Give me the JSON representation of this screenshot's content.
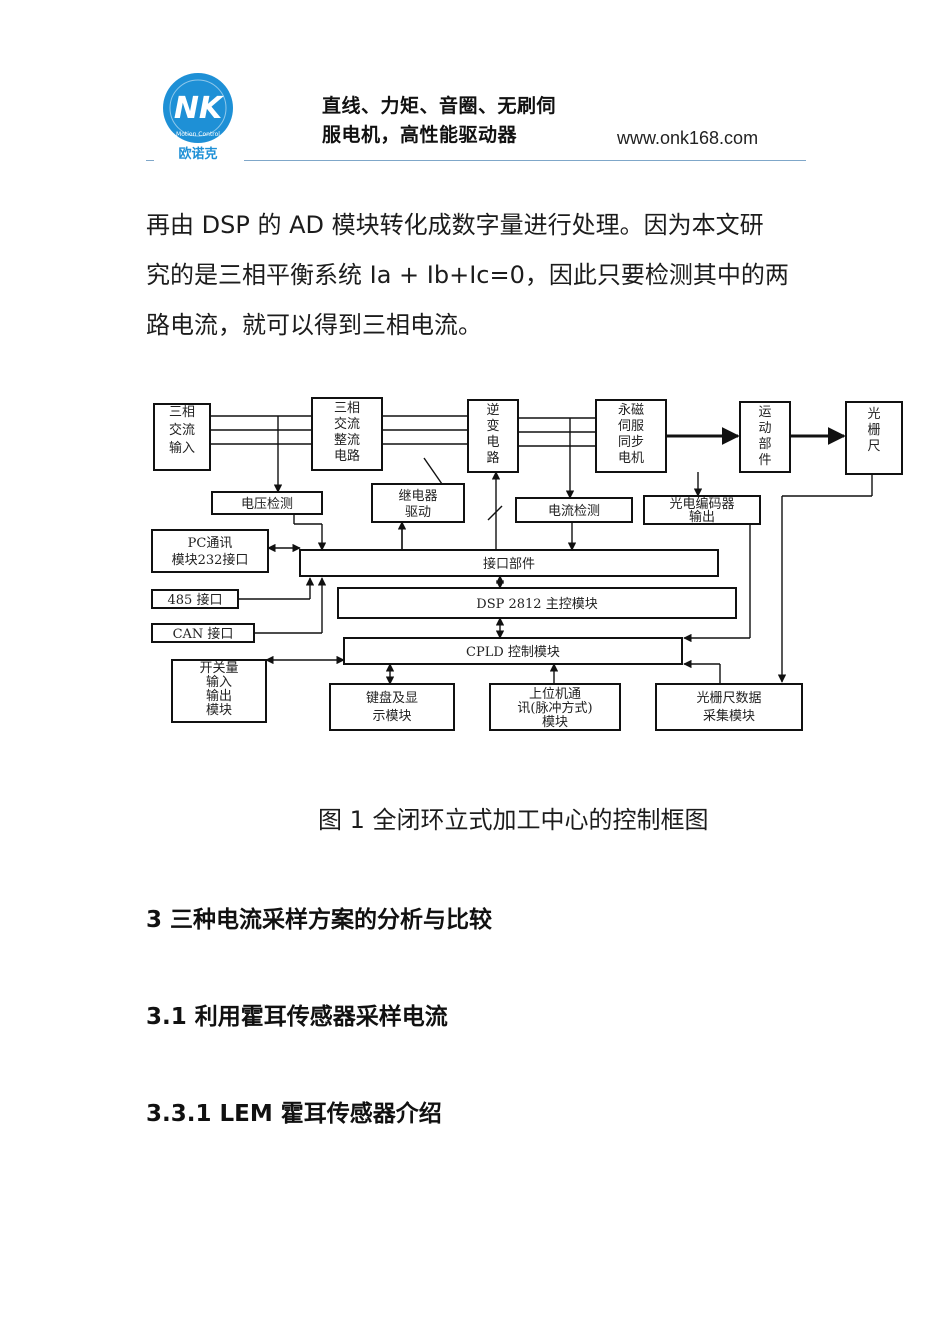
{
  "header": {
    "logo_text": "NK",
    "logo_ring_text": "Motion Control",
    "logo_caption": "欧诺克",
    "title_line1": "直线、力矩、音圈、无刷伺",
    "title_line2": "服电机，高性能驱动器",
    "url": "www.onk168.com"
  },
  "body": {
    "line1": "再由 DSP 的 AD 模块转化成数字量进行处理。因为本文研",
    "line2": "究的是三相平衡系统 Ia + Ib+Ic=0，因此只要检测其中的两",
    "line3": "路电流，就可以得到三相电流。"
  },
  "diagram": {
    "ac_input": [
      "三相",
      "交流",
      "输入"
    ],
    "rectifier": [
      "三相",
      "交流",
      "整流",
      "电路"
    ],
    "inverter": [
      "逆",
      "变",
      "电",
      "路"
    ],
    "motor": [
      "永磁",
      "伺服",
      "同步",
      "电机"
    ],
    "motion": [
      "运",
      "动",
      "部",
      "件"
    ],
    "grating": [
      "光",
      "栅",
      "尺"
    ],
    "voltage_detect": "电压检测",
    "relay": [
      "继电器",
      "驱动"
    ],
    "current_detect": "电流检测",
    "encoder": [
      "光电编码器",
      "输出"
    ],
    "pc_comm": [
      "PC通讯",
      "模块232接口"
    ],
    "interface": "接口部件",
    "port485": "485 接口",
    "dsp": "DSP 2812  主控模块",
    "can": "CAN 接口",
    "cpld": "CPLD 控制模块",
    "switch_io": [
      "开关量",
      "输入",
      "输出",
      "模块"
    ],
    "keyboard": [
      "键盘及显",
      "示模块"
    ],
    "host_comm": [
      "上位机通",
      "讯(脉冲方式)",
      "模块"
    ],
    "grating_acq": [
      "光栅尺数据",
      "采集模块"
    ]
  },
  "caption": "图 1 全闭环立式加工中心的控制框图",
  "headings": {
    "h1": "3  三种电流采样方案的分析与比较",
    "h2": "3.1 利用霍耳传感器采样电流",
    "h3": "3.3.1  LEM 霍耳传感器介绍"
  },
  "colors": {
    "logo_blue": "#1e90d6",
    "rule_blue": "#7fa7c9"
  }
}
